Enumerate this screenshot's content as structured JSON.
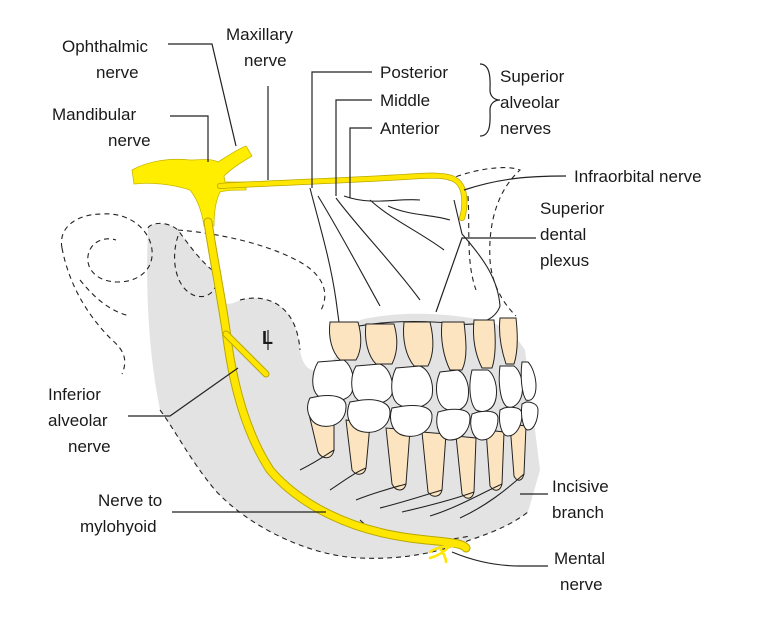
{
  "labels": {
    "ophthalmic": [
      "Ophthalmic",
      "nerve"
    ],
    "maxillary": [
      "Maxillary",
      "nerve"
    ],
    "mandibular": [
      "Mandibular",
      "nerve"
    ],
    "posterior": "Posterior",
    "middle": "Middle",
    "anterior": "Anterior",
    "superior_alveolar": [
      "Superior",
      "alveolar",
      "nerves"
    ],
    "infraorbital": "Infraorbital nerve",
    "superior_dental_plexus": [
      "Superior",
      "dental",
      "plexus"
    ],
    "lingual_marker": "L",
    "inferior_alveolar": [
      "Inferior",
      "alveolar",
      "nerve"
    ],
    "nerve_to_mylohyoid": [
      "Nerve to",
      "mylohyoid"
    ],
    "incisive": [
      "Incisive",
      "branch"
    ],
    "mental": [
      "Mental",
      "nerve"
    ]
  },
  "colors": {
    "nerve": "#ffee00",
    "mandible": "#e3e3e3",
    "root": "#fbe4bf"
  }
}
